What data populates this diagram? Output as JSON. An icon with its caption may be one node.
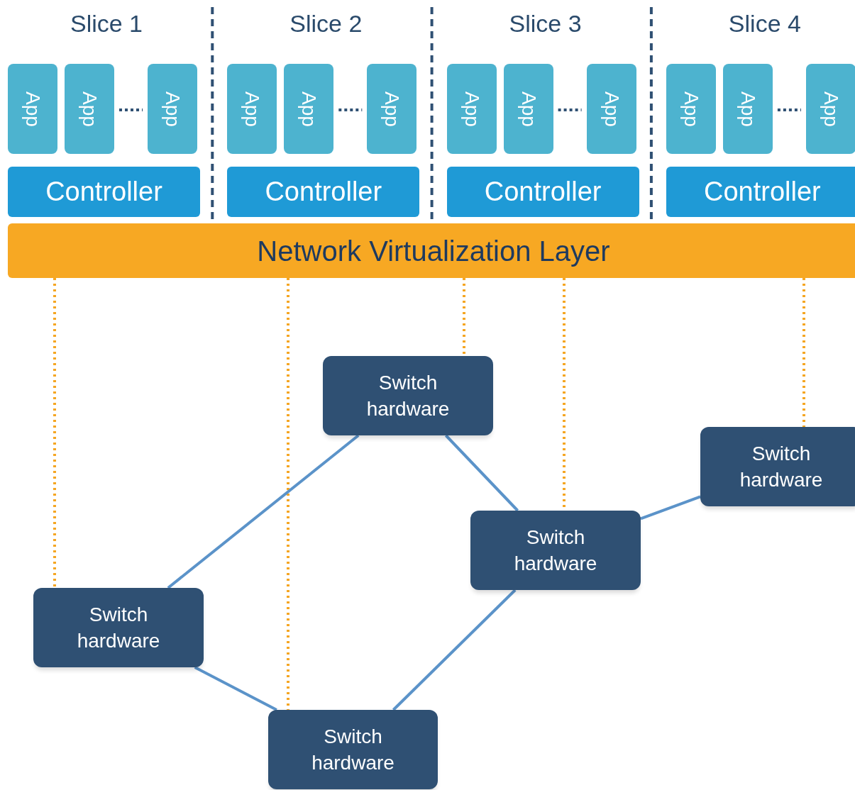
{
  "diagram": {
    "nodes": [
      {
        "text": [
          "App"
        ]
      },
      {
        "text": [
          "App"
        ]
      },
      {
        "text": [
          "App"
        ]
      },
      {
        "text": [
          "App"
        ]
      },
      {
        "text": [
          "App"
        ]
      },
      {
        "text": [
          "App"
        ]
      },
      {
        "text": [
          "App"
        ]
      },
      {
        "text": [
          "App"
        ]
      },
      {
        "text": [
          "App"
        ]
      },
      {
        "text": [
          "App"
        ]
      },
      {
        "text": [
          "App"
        ]
      },
      {
        "text": [
          "App"
        ]
      },
      {
        "text": [
          "Controller"
        ]
      },
      {
        "text": [
          "Controller"
        ]
      },
      {
        "text": [
          "Controller"
        ]
      },
      {
        "text": [
          "Controller"
        ]
      },
      {
        "text": [
          "Network Virtualization Layer"
        ]
      },
      {
        "text": [
          "Switch hardware"
        ]
      },
      {
        "text": [
          "Switch hardware"
        ]
      },
      {
        "text": [
          "Switch hardware"
        ]
      },
      {
        "text": [
          "Switch hardware"
        ]
      },
      {
        "text": [
          "Switch hardware"
        ]
      }
    ],
    "edges": [
      {
        "from": 16,
        "to": 20,
        "arrow": "none",
        "style": "dashed",
        "color": "#f5a623"
      },
      {
        "from": 16,
        "to": 21,
        "arrow": "none",
        "style": "dashed",
        "color": "#f5a623"
      },
      {
        "from": 16,
        "to": 17,
        "arrow": "none",
        "style": "dashed",
        "color": "#f5a623"
      },
      {
        "from": 16,
        "to": 19,
        "arrow": "none",
        "style": "dashed",
        "color": "#f5a623"
      },
      {
        "from": 16,
        "to": 18,
        "arrow": "none",
        "style": "dashed",
        "color": "#f5a623"
      },
      {
        "from": 17,
        "to": 20,
        "arrow": "none",
        "color": "#5b93c9"
      },
      {
        "from": 17,
        "to": 19,
        "arrow": "none",
        "color": "#5b93c9"
      },
      {
        "from": 19,
        "to": 18,
        "arrow": "none",
        "color": "#5b93c9"
      },
      {
        "from": 19,
        "to": 21,
        "arrow": "none",
        "color": "#5b93c9"
      },
      {
        "from": 20,
        "to": 21,
        "arrow": "none",
        "color": "#5b93c9"
      }
    ],
    "labels": [
      "Slice 1",
      "Slice 2",
      "Slice 3",
      "Slice 4"
    ]
  }
}
